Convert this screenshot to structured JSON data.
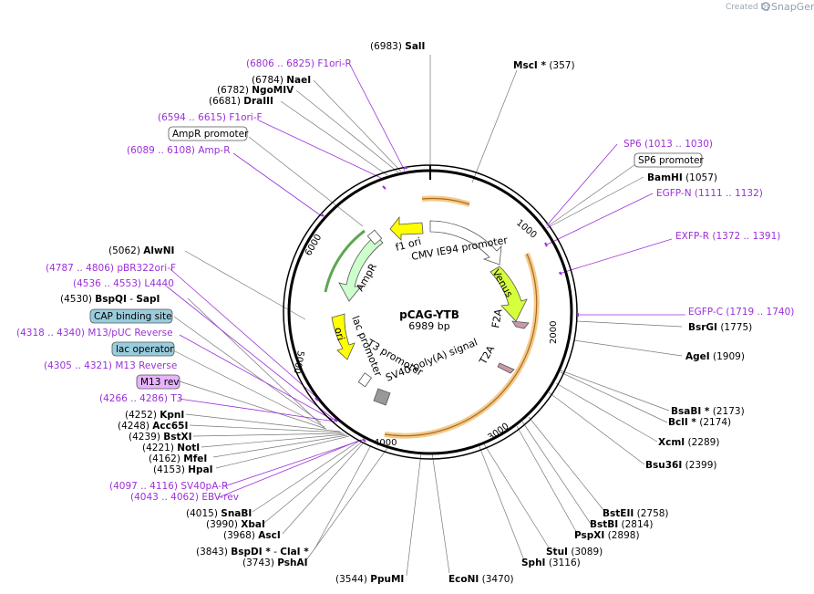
{
  "app": {
    "created_by": "Created by",
    "brand": "SnapGene"
  },
  "plasmid": {
    "name": "pCAG-YTB",
    "length": "6989 bp"
  },
  "ticks": [
    "1000",
    "2000",
    "3000",
    "4000",
    "5000",
    "6000"
  ],
  "enzymes": [
    {
      "pos": "(6983)",
      "name": "SalI"
    },
    {
      "pos": "(357)",
      "name": "MscI *"
    },
    {
      "pos": "(6784)",
      "name": "NaeI"
    },
    {
      "pos": "(6782)",
      "name": "NgoMIV"
    },
    {
      "pos": "(6681)",
      "name": "DraIII"
    },
    {
      "pos": "(1057)",
      "name": "BamHI"
    },
    {
      "pos": "(5062)",
      "name": "AlwNI"
    },
    {
      "pos": "(4530)",
      "name": "BspQI",
      "name2": "SapI"
    },
    {
      "pos": "(1775)",
      "name": "BsrGI"
    },
    {
      "pos": "(1909)",
      "name": "AgeI"
    },
    {
      "pos": "(2173)",
      "name": "BsaBI *"
    },
    {
      "pos": "(2174)",
      "name": "BclI *"
    },
    {
      "pos": "(2289)",
      "name": "XcmI"
    },
    {
      "pos": "(2399)",
      "name": "Bsu36I"
    },
    {
      "pos": "(4252)",
      "name": "KpnI"
    },
    {
      "pos": "(4248)",
      "name": "Acc65I"
    },
    {
      "pos": "(4239)",
      "name": "BstXI"
    },
    {
      "pos": "(4221)",
      "name": "NotI"
    },
    {
      "pos": "(4162)",
      "name": "MfeI"
    },
    {
      "pos": "(4153)",
      "name": "HpaI"
    },
    {
      "pos": "(4015)",
      "name": "SnaBI"
    },
    {
      "pos": "(3990)",
      "name": "XbaI"
    },
    {
      "pos": "(3968)",
      "name": "AscI"
    },
    {
      "pos": "(3843)",
      "name": "BspDI *",
      "name2": "ClaI *"
    },
    {
      "pos": "(3743)",
      "name": "PshAI"
    },
    {
      "pos": "(3544)",
      "name": "PpuMI"
    },
    {
      "pos": "(3470)",
      "name": "EcoNI"
    },
    {
      "pos": "(3116)",
      "name": "SphI"
    },
    {
      "pos": "(3089)",
      "name": "StuI"
    },
    {
      "pos": "(2898)",
      "name": "PspXI"
    },
    {
      "pos": "(2814)",
      "name": "BstBI"
    },
    {
      "pos": "(2758)",
      "name": "BstEII"
    }
  ],
  "primers": [
    {
      "range": "(6806 .. 6825)",
      "name": "F1ori-R"
    },
    {
      "range": "(6594 .. 6615)",
      "name": "F1ori-F"
    },
    {
      "range": "(6089 .. 6108)",
      "name": "Amp-R"
    },
    {
      "name": "SP6",
      "range": "(1013 .. 1030)"
    },
    {
      "name": "EGFP-N",
      "range": "(1111 .. 1132)"
    },
    {
      "name": "EXFP-R",
      "range": "(1372 .. 1391)"
    },
    {
      "name": "EGFP-C",
      "range": "(1719 .. 1740)"
    },
    {
      "range": "(4787 .. 4806)",
      "name": "pBR322ori-F"
    },
    {
      "range": "(4536 .. 4553)",
      "name": "L4440"
    },
    {
      "range": "(4318 .. 4340)",
      "name": "M13/pUC Reverse"
    },
    {
      "range": "(4305 .. 4321)",
      "name": "M13 Reverse"
    },
    {
      "range": "(4266 .. 4286)",
      "name": "T3"
    },
    {
      "range": "(4097 .. 4116)",
      "name": "SV40pA-R"
    },
    {
      "range": "(4043 .. 4062)",
      "name": "EBV-rev"
    }
  ],
  "boxes": {
    "ampr_promoter": "AmpR promoter",
    "sp6_promoter": "SP6 promoter",
    "cap_site": "CAP binding site",
    "lac_operator": "lac operator",
    "m13_rev": "M13 rev"
  },
  "features": {
    "f1_ori": "f1 ori",
    "cmv_promoter": "CMV IE94 promoter",
    "venus": "Venus",
    "f2a": "F2A",
    "t2a": "T2A",
    "ampr": "AmpR",
    "ori": "ori",
    "lac_promoter": "lac promoter",
    "t3_promoter": "T3 promoter",
    "sv40": "SV40 poly(A) signal"
  },
  "colors": {
    "ring": "#000000",
    "primer": "#9b30d9",
    "yellow_feature": "#ffff00",
    "venus": "#d6ff3c",
    "ampr": "#ccffcc",
    "orange_track": "#f0b35a",
    "box_blue": "#99ccdd",
    "box_purple": "#e6b3ff"
  }
}
